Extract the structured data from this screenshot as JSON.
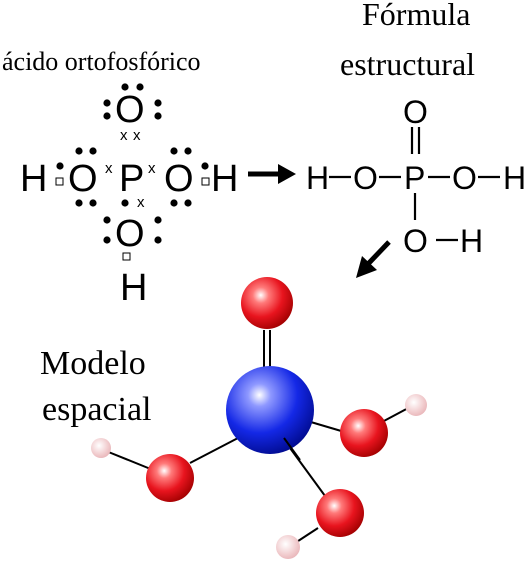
{
  "title_left": "ácido ortofosfórico",
  "title_right_line1": "Fórmula",
  "title_right_line2": "estructural",
  "model_label_line1": "Modelo",
  "model_label_line2": "espacial",
  "lewis": {
    "O_top": "O",
    "O_left": "O",
    "P": "P",
    "O_right": "O",
    "O_bottom": "O",
    "H_left": "H",
    "H_right": "H",
    "H_bottom": "H",
    "x_mark": "x"
  },
  "structural": {
    "O_top": "O",
    "H_left": "H",
    "O_left": "O",
    "P": "P",
    "O_right": "O",
    "H_right": "H",
    "O_bottom": "O",
    "H_bottom": "H"
  },
  "colors": {
    "oxygen": "#e8141e",
    "phosphorus": "#1428e6",
    "hydrogen": "#f2cfd1",
    "text": "#000000"
  }
}
